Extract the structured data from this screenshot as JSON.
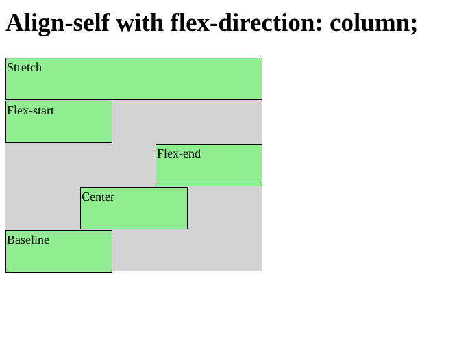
{
  "page": {
    "title": "Align-self with flex-direction: column;"
  },
  "container": {
    "background": "#d3d3d3",
    "items": [
      {
        "label": "Stretch",
        "color": "#90ee90"
      },
      {
        "label": "Flex-start",
        "color": "#90ee90"
      },
      {
        "label": "Flex-end",
        "color": "#90ee90"
      },
      {
        "label": "Center",
        "color": "#90ee90"
      },
      {
        "label": "Baseline",
        "color": "#90ee90"
      }
    ]
  }
}
